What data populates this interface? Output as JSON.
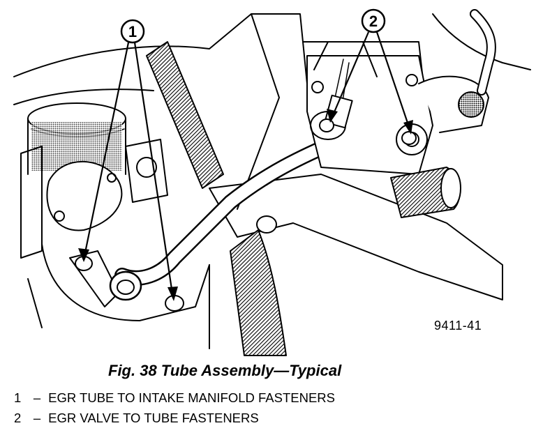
{
  "figure": {
    "caption": "Fig. 38 Tube Assembly—Typical",
    "ref_code": "9411-41",
    "callouts": [
      {
        "number": "1",
        "description": "EGR TUBE TO INTAKE MANIFOLD FASTENERS"
      },
      {
        "number": "2",
        "description": "EGR VALVE TO TUBE FASTENERS"
      }
    ],
    "separator": "–"
  },
  "colors": {
    "ink": "#000000",
    "paper": "#ffffff",
    "shade": "#444444"
  }
}
